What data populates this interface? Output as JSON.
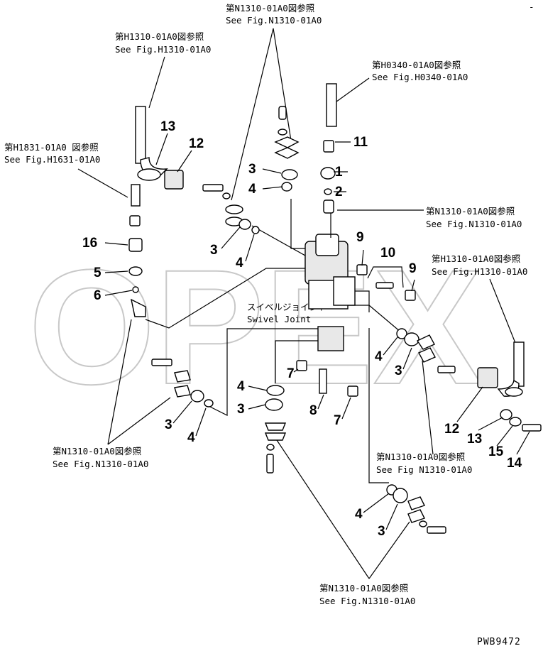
{
  "watermark": "OPEX",
  "drawing_code": "PWB9472",
  "corner_mark": "-",
  "refs": {
    "top_jp": "第N1310-01A0図参照",
    "top_en": "See Fig.N1310-01A0",
    "h1310_left_jp": "第H1310-01A0図参照",
    "h1310_left_en": "See Fig.H1310-01A0",
    "h0340_jp": "第H0340-01A0図参照",
    "h0340_en": "See Fig.H0340-01A0",
    "h1831_jp": "第H1831-01A0 図参照",
    "h1831_en": "See Fig.H1631-01A0",
    "n1310_right_jp": "第N1310-01A0図参照",
    "n1310_right_en": "See Fig.N1310-01A0",
    "h1310_right_jp": "第H1310-01A0図参照",
    "h1310_right_en": "See Fig.H1310-01A0",
    "n1310_lowleft_jp": "第N1310-01A0図参照",
    "n1310_lowleft_en": "See Fig.N1310-01A0",
    "n1310_lowright_jp": "第N1310-01A0図参照",
    "n1310_lowright_en": "See Fig N1310-01A0",
    "n1310_bottom_jp": "第N1310-01A0図参照",
    "n1310_bottom_en": "See Fig.N1310-01A0"
  },
  "swivel_joint": {
    "jp": "スイベルジョイント",
    "en": "Swivel Joint"
  },
  "callouts": {
    "c1": "1",
    "c2": "2",
    "c3": "3",
    "c4": "4",
    "c5": "5",
    "c6": "6",
    "c7": "7",
    "c8": "8",
    "c9": "9",
    "c10": "10",
    "c11": "11",
    "c12": "12",
    "c13": "13",
    "c14": "14",
    "c15": "15",
    "c16": "16"
  }
}
